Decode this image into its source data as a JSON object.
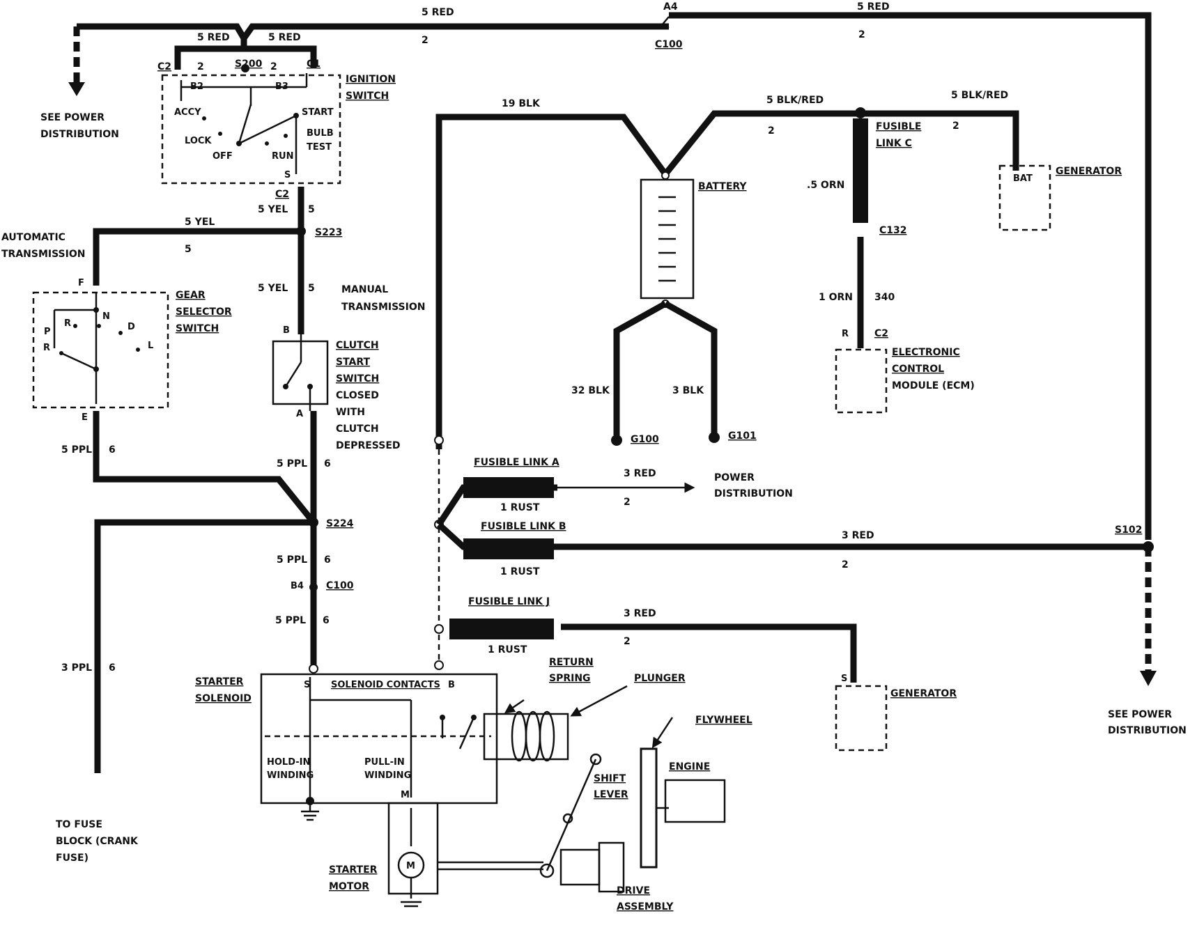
{
  "wires": {
    "top_left_red": "5 RED",
    "top_mid_red": "5 RED",
    "top_right_red": "5 RED",
    "top_circuit_a": "2",
    "top_circuit_b": "2",
    "c100_top_connector": "A4",
    "c100_top_label": "C100",
    "ign_left_red": "5 RED",
    "ign_right_red": "5 RED",
    "ign_circuit_left": "2",
    "ign_circuit_right": "2",
    "yel_upper": "5 YEL",
    "yel_upper_circuit": "5",
    "yel_auto": "5 YEL",
    "yel_auto_circuit": "5",
    "yel_lower": "5 YEL",
    "yel_lower_circuit": "5",
    "ppl_gear": "5 PPL",
    "ppl_gear_circuit": "6",
    "ppl_clutch": "5 PPL",
    "ppl_clutch_circuit": "6",
    "ppl_below_s224": "5 PPL",
    "ppl_below_s224_circuit": "6",
    "ppl_below_c100": "5 PPL",
    "ppl_below_c100_circuit": "6",
    "ppl_crank": "3 PPL",
    "ppl_crank_circuit": "6",
    "blk_19": "19 BLK",
    "blk_red_left": "5 BLK/RED",
    "blk_red_left_circuit": "2",
    "blk_red_right": "5 BLK/RED",
    "blk_red_right_circuit": "2",
    "orn_05": ".5 ORN",
    "orn_1": "1 ORN",
    "orn_circuit": "340",
    "blk_32": "32 BLK",
    "blk_3": "3 BLK",
    "red_fl_a": "3 RED",
    "red_fl_a_circuit": "2",
    "rust_fl_a": "1 RUST",
    "red_fl_b": "3 RED",
    "red_fl_b_circuit": "2",
    "rust_fl_b": "1 RUST",
    "red_fl_j": "3 RED",
    "red_fl_j_circuit": "2",
    "rust_fl_j": "1 RUST"
  },
  "splices": {
    "s200": "S200",
    "s223": "S223",
    "s224": "S224",
    "s102": "S102"
  },
  "connectors": {
    "c2_top": "C2",
    "c1_top": "C1",
    "b2": "B2",
    "b3": "B3",
    "c2_bottom": "C2",
    "c2_bottom_pin": "5",
    "gear_f": "F",
    "gear_e": "E",
    "clutch_b": "B",
    "clutch_a": "A",
    "c100_mid_pin": "B4",
    "c100_mid": "C100",
    "c132": "C132",
    "ecm_pin": "R",
    "ecm_conn": "C2",
    "gen_pin": "S",
    "sol_s": "S",
    "sol_b": "B",
    "sol_m": "M"
  },
  "grounds": {
    "g100": "G100",
    "g101": "G101"
  },
  "ignition": {
    "title_1": "IGNITION",
    "title_2": "SWITCH",
    "accy": "ACCY",
    "lock": "LOCK",
    "off": "OFF",
    "run": "RUN",
    "start": "START",
    "bulb": "BULB",
    "test": "TEST",
    "pin_s": "S"
  },
  "gear_selector": {
    "title_1": "GEAR",
    "title_2": "SELECTOR",
    "title_3": "SWITCH",
    "p": "P",
    "r_top": "R",
    "r_left": "R",
    "n": "N",
    "d": "D",
    "l": "L"
  },
  "clutch": {
    "line_1": "CLUTCH",
    "line_2": "START",
    "line_3": "SWITCH",
    "line_4": "CLOSED",
    "line_5": "WITH",
    "line_6": "CLUTCH",
    "line_7": "DEPRESSED"
  },
  "labels": {
    "see_power_left_1": "SEE POWER",
    "see_power_left_2": "DISTRIBUTION",
    "auto_trans_1": "AUTOMATIC",
    "auto_trans_2": "TRANSMISSION",
    "manual_trans_1": "MANUAL",
    "manual_trans_2": "TRANSMISSION",
    "battery": "BATTERY",
    "fusible_c_1": "FUSIBLE",
    "fusible_c_2": "LINK C",
    "generator_top": "GENERATOR",
    "bat_terminal": "BAT",
    "ecm_1": "ELECTRONIC",
    "ecm_2": "CONTROL",
    "ecm_3": "MODULE (ECM)",
    "fusible_a": "FUSIBLE LINK A",
    "fusible_b": "FUSIBLE LINK B",
    "fusible_j": "FUSIBLE LINK J",
    "power_dist_1": "POWER",
    "power_dist_2": "DISTRIBUTION",
    "generator_bottom": "GENERATOR",
    "see_power_right_1": "SEE POWER",
    "see_power_right_2": "DISTRIBUTION",
    "starter_sol_1": "STARTER",
    "starter_sol_2": "SOLENOID",
    "sol_contacts": "SOLENOID CONTACTS",
    "hold_in_1": "HOLD-IN",
    "hold_in_2": "WINDING",
    "pull_in_1": "PULL-IN",
    "pull_in_2": "WINDING",
    "return_1": "RETURN",
    "return_2": "SPRING",
    "plunger": "PLUNGER",
    "flywheel": "FLYWHEEL",
    "engine": "ENGINE",
    "shift_1": "SHIFT",
    "shift_2": "LEVER",
    "starter_motor_1": "STARTER",
    "starter_motor_2": "MOTOR",
    "motor_symbol": "M",
    "drive_1": "DRIVE",
    "drive_2": "ASSEMBLY",
    "to_fuse_1": "TO FUSE",
    "to_fuse_2": "BLOCK (CRANK",
    "to_fuse_3": "FUSE)"
  }
}
